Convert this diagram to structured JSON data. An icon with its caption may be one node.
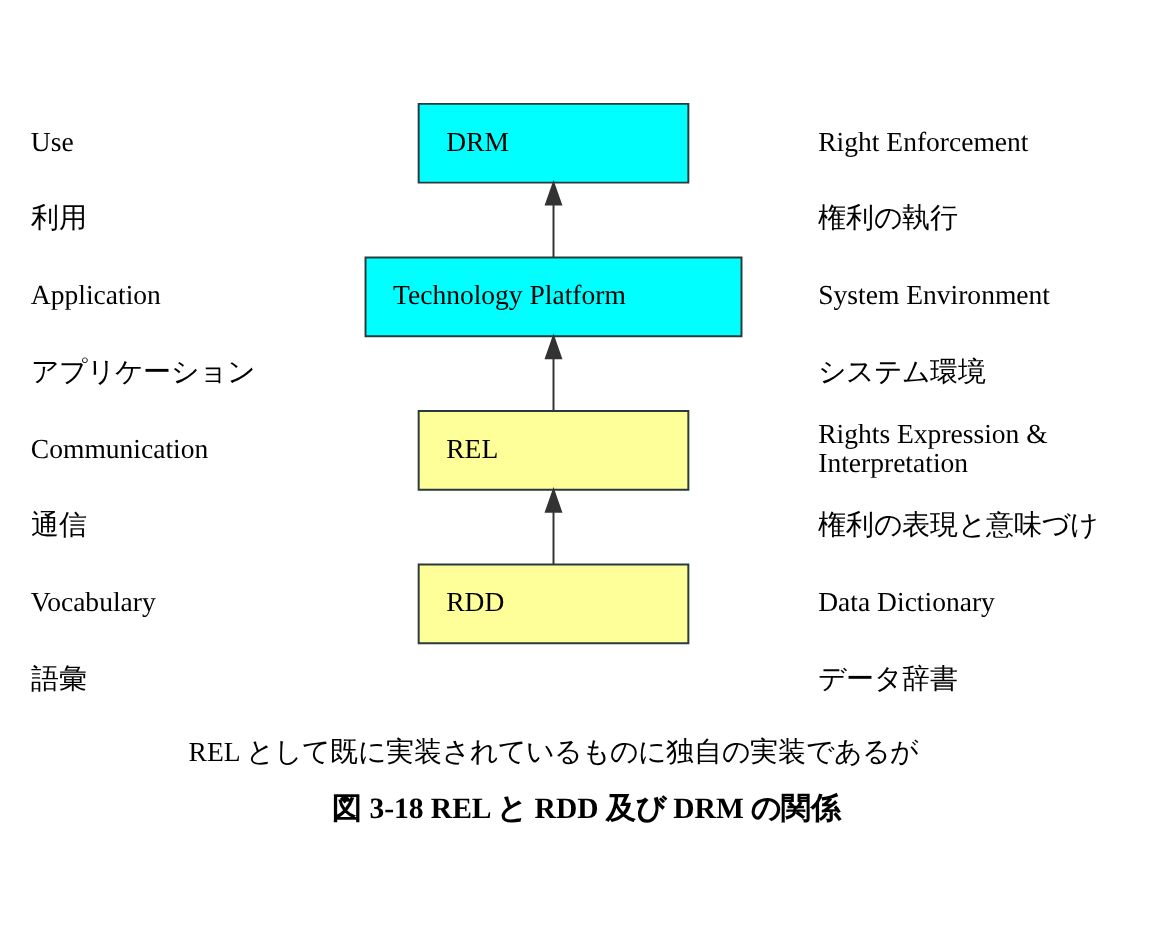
{
  "diagram": {
    "caption": "図 3-18 REL と RDD 及び DRM の関係",
    "nodes": [
      {
        "text": [
          "DRM"
        ]
      },
      {
        "text": [
          "Technology Platform"
        ]
      },
      {
        "text": [
          "REL"
        ]
      },
      {
        "text": [
          "RDD"
        ]
      }
    ],
    "edges": [
      {
        "from": 3,
        "to": 2,
        "arrow": "to"
      },
      {
        "from": 2,
        "to": 1,
        "arrow": "to"
      },
      {
        "from": 1,
        "to": 0,
        "arrow": "to"
      }
    ],
    "labels": [
      "Use",
      "利用",
      "Right Enforcement",
      "権利の執行",
      "Application",
      "アプリケーション",
      "System Environment",
      "システム環境",
      "Communication",
      "通信",
      "Rights Expression & Interpretation",
      "権利の表現と意味づけ",
      "Vocabulary",
      "語彙",
      "Data Dictionary",
      "データ辞書",
      "REL として既に実装されているものに独自の実装であるが"
    ]
  }
}
